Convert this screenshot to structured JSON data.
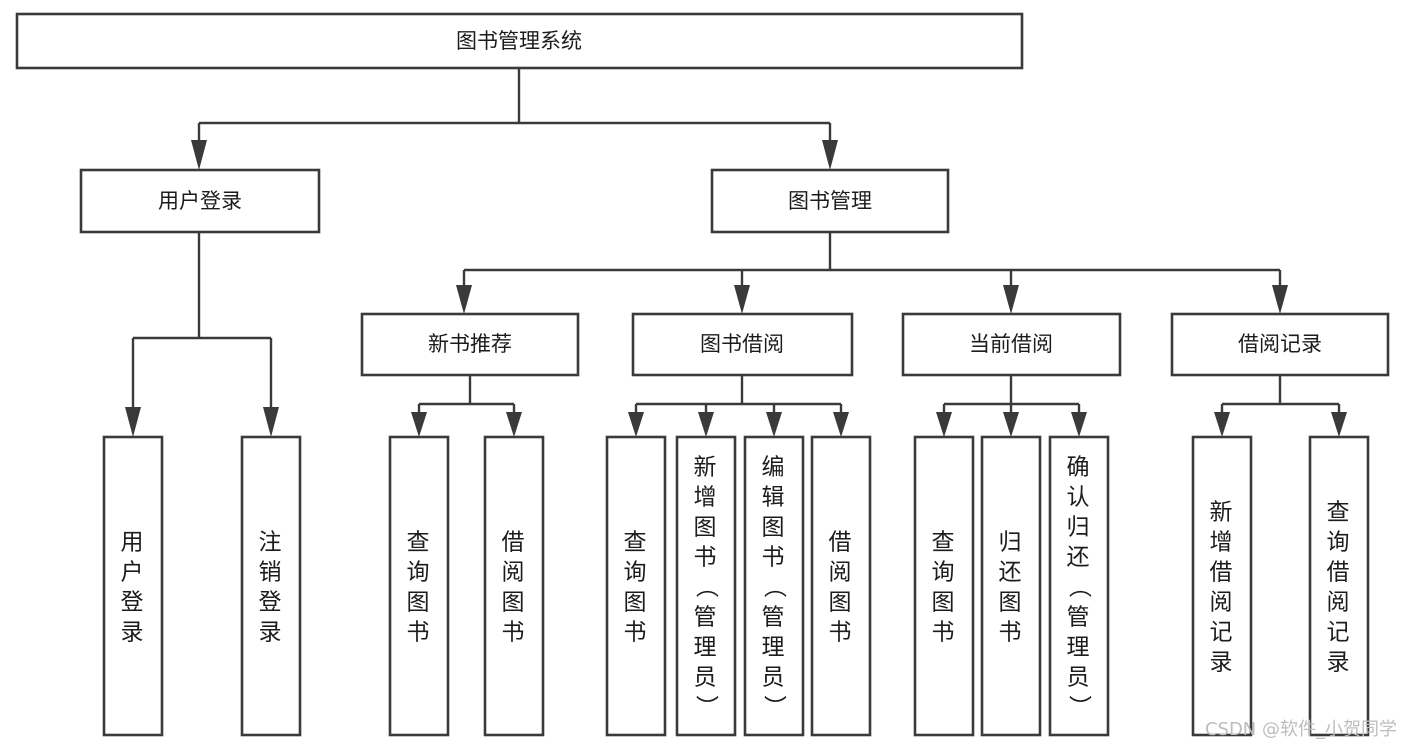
{
  "diagram": {
    "title": "图书管理系统",
    "type": "hierarchy-tree",
    "root": {
      "id": "root",
      "label": "图书管理系统",
      "orientation": "horizontal"
    },
    "level2": [
      {
        "id": "user-login",
        "label": "用户登录",
        "orientation": "horizontal"
      },
      {
        "id": "book-management",
        "label": "图书管理",
        "orientation": "horizontal"
      }
    ],
    "level3": [
      {
        "id": "new-book-recommend",
        "label": "新书推荐",
        "orientation": "horizontal",
        "parent": "book-management"
      },
      {
        "id": "book-borrow",
        "label": "图书借阅",
        "orientation": "horizontal",
        "parent": "book-management"
      },
      {
        "id": "current-borrow",
        "label": "当前借阅",
        "orientation": "horizontal",
        "parent": "book-management"
      },
      {
        "id": "borrow-record",
        "label": "借阅记录",
        "orientation": "horizontal",
        "parent": "book-management"
      }
    ],
    "leaves": [
      {
        "id": "leaf-user-login",
        "label": "用户登录",
        "orientation": "vertical",
        "parent": "user-login"
      },
      {
        "id": "leaf-logout-login",
        "label": "注销登录",
        "orientation": "vertical",
        "parent": "user-login"
      },
      {
        "id": "leaf-query-book-1",
        "label": "查询图书",
        "orientation": "vertical",
        "parent": "new-book-recommend"
      },
      {
        "id": "leaf-borrow-book-1",
        "label": "借阅图书",
        "orientation": "vertical",
        "parent": "new-book-recommend"
      },
      {
        "id": "leaf-query-book-2",
        "label": "查询图书",
        "orientation": "vertical",
        "parent": "book-borrow"
      },
      {
        "id": "leaf-add-book",
        "label": "新增图书（管理员）",
        "orientation": "vertical",
        "parent": "book-borrow"
      },
      {
        "id": "leaf-edit-book",
        "label": "编辑图书（管理员）",
        "orientation": "vertical",
        "parent": "book-borrow"
      },
      {
        "id": "leaf-borrow-book-2",
        "label": "借阅图书",
        "orientation": "vertical",
        "parent": "book-borrow"
      },
      {
        "id": "leaf-query-book-3",
        "label": "查询图书",
        "orientation": "vertical",
        "parent": "current-borrow"
      },
      {
        "id": "leaf-return-book",
        "label": "归还图书",
        "orientation": "vertical",
        "parent": "current-borrow"
      },
      {
        "id": "leaf-confirm-return",
        "label": "确认归还（管理员）",
        "orientation": "vertical",
        "parent": "current-borrow"
      },
      {
        "id": "leaf-add-record",
        "label": "新增借阅记录",
        "orientation": "vertical",
        "parent": "borrow-record"
      },
      {
        "id": "leaf-query-record",
        "label": "查询借阅记录",
        "orientation": "vertical",
        "parent": "borrow-record"
      }
    ],
    "colors": {
      "stroke": "#3a3a3a",
      "box_fill": "#ffffff",
      "text": "#1c1c1c",
      "background": "#ffffff",
      "watermark": "#bdbdbd"
    }
  },
  "watermark": {
    "text": "CSDN @软件_小贺同学"
  }
}
